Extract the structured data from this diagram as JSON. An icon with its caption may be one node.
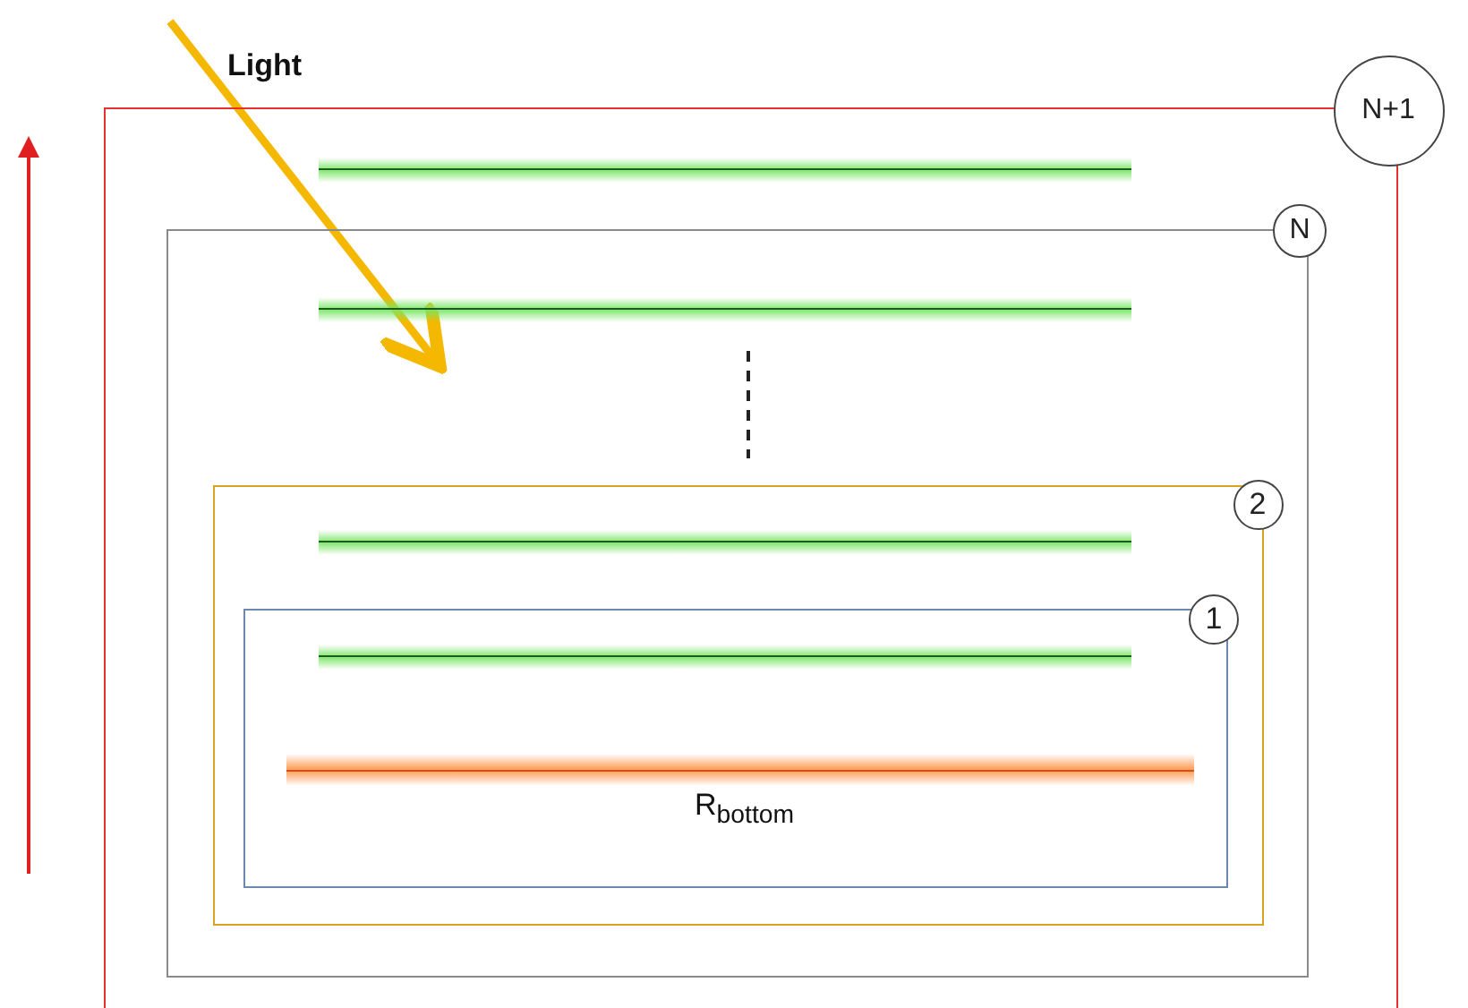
{
  "diagram": {
    "nodes": [
      {
        "text": [
          "N+1"
        ]
      },
      {
        "text": [
          "N"
        ],
        "in": 0
      },
      {
        "text": [
          "2"
        ],
        "in": 1
      },
      {
        "text": [
          "1"
        ],
        "in": 2
      }
    ],
    "labels": [
      "Light",
      "R$_{bottom}$"
    ]
  }
}
